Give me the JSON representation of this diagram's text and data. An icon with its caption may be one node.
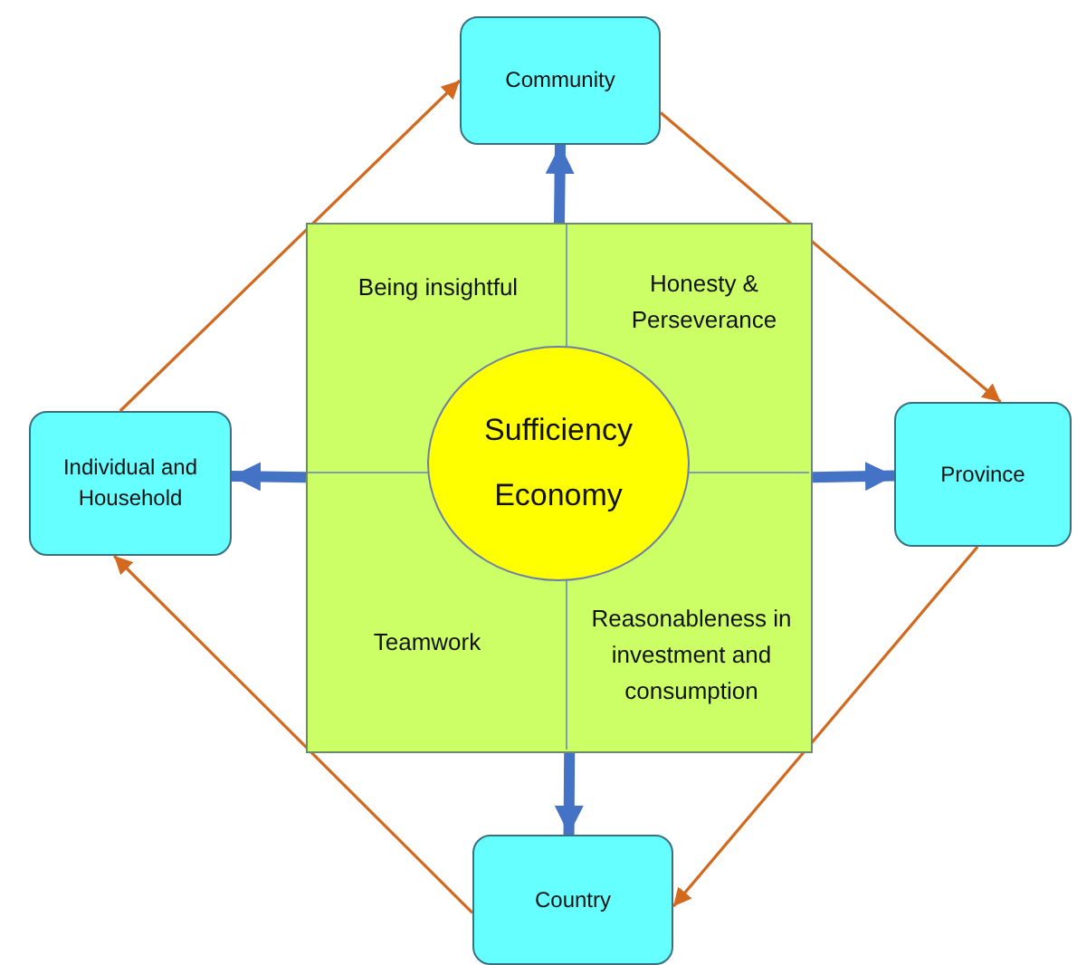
{
  "diagram": {
    "nodes": [
      {
        "text": [
          "Community"
        ]
      },
      {
        "text": [],
        "shape": "box"
      },
      {
        "text": [
          "Being insightful"
        ],
        "in": 1
      },
      {
        "text": [
          "Honesty & Perseverance"
        ],
        "in": 1
      },
      {
        "text": [
          "Individual and Household"
        ]
      },
      {
        "text": [
          "Sufficiency Economy"
        ],
        "in": 1
      },
      {
        "text": [
          "Province"
        ]
      },
      {
        "text": [
          "Teamwork"
        ],
        "in": 1
      },
      {
        "text": [
          "Reasonableness in investment and consumption"
        ],
        "in": 1
      },
      {
        "text": [
          "Country"
        ]
      }
    ],
    "edges": [
      {
        "from": 1,
        "to": 0,
        "arrow": "to",
        "style": "thick",
        "color": "#4472c4"
      },
      {
        "from": 1,
        "to": 4,
        "arrow": "to",
        "style": "thick",
        "color": "#4472c4"
      },
      {
        "from": 1,
        "to": 6,
        "arrow": "to",
        "style": "thick",
        "color": "#4472c4"
      },
      {
        "from": 1,
        "to": 9,
        "arrow": "to",
        "style": "thick",
        "color": "#4472c4"
      },
      {
        "from": 4,
        "to": 0,
        "arrow": "to",
        "color": "#d2691e"
      },
      {
        "from": 0,
        "to": 6,
        "arrow": "to",
        "color": "#d2691e"
      },
      {
        "from": 6,
        "to": 9,
        "arrow": "to",
        "color": "#d2691e"
      },
      {
        "from": 9,
        "to": 4,
        "arrow": "to",
        "color": "#d2691e"
      }
    ]
  }
}
